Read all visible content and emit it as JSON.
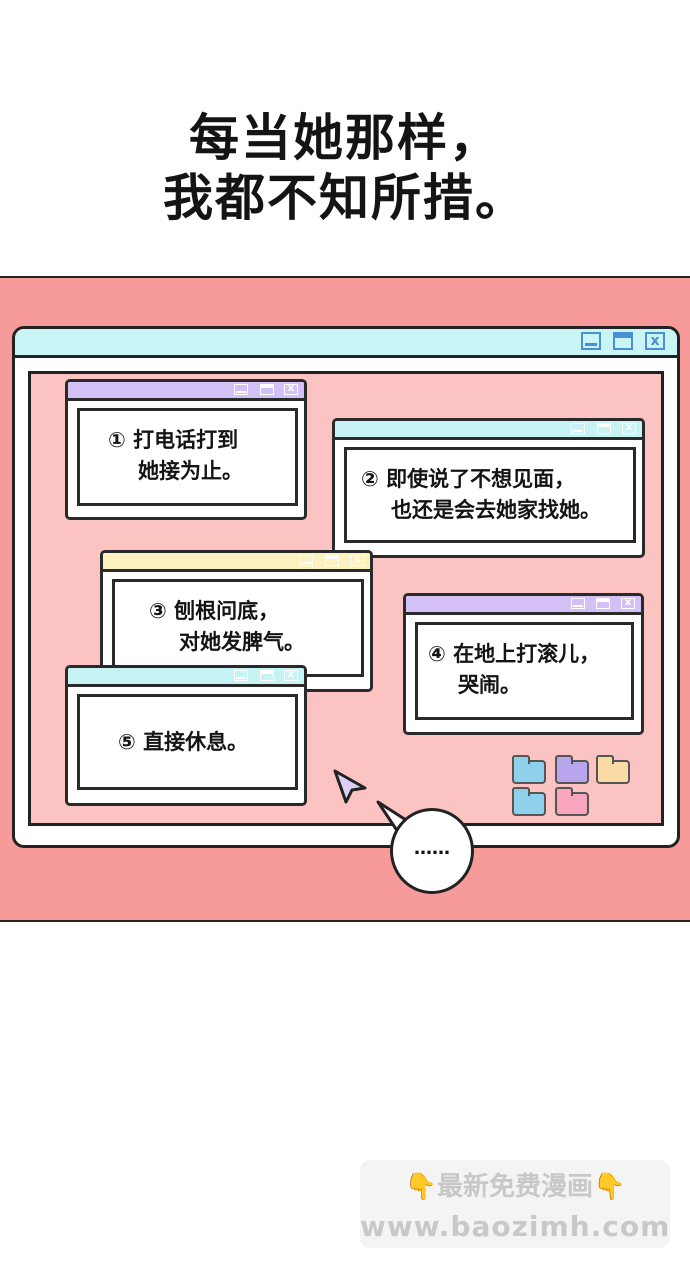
{
  "headline": {
    "line1": "每当她那样，",
    "line2": "我都不知所措。"
  },
  "windows": [
    {
      "line1": "① 打电话打到",
      "line2": "她接为止。"
    },
    {
      "line1": "② 即使说了不想见面，",
      "line2": "也还是会去她家找她。"
    },
    {
      "line1": "③ 刨根问底，",
      "line2": "对她发脾气。"
    },
    {
      "line1": "④ 在地上打滚儿，",
      "line2": "哭闹。"
    },
    {
      "line1": "⑤ 直接休息。"
    }
  ],
  "controls": {
    "close_glyph": "x"
  },
  "bubble": {
    "text": "……"
  },
  "watermark": {
    "line1": "👇最新免费漫画👇",
    "line2": "www.baozimh.com"
  },
  "colors": {
    "panel_bg": "#f79a9a",
    "inner_bg": "#fcc3c3",
    "titlebar_cyan": "#c7f3f5",
    "titlebar_purple": "#d3c0f7",
    "titlebar_yellow": "#fbf2c0",
    "accent_blue": "#4a8fd6"
  },
  "icons": [
    "window-minimize-icon",
    "window-maximize-icon",
    "window-close-icon",
    "cursor-arrow-icon",
    "folder-icon"
  ]
}
